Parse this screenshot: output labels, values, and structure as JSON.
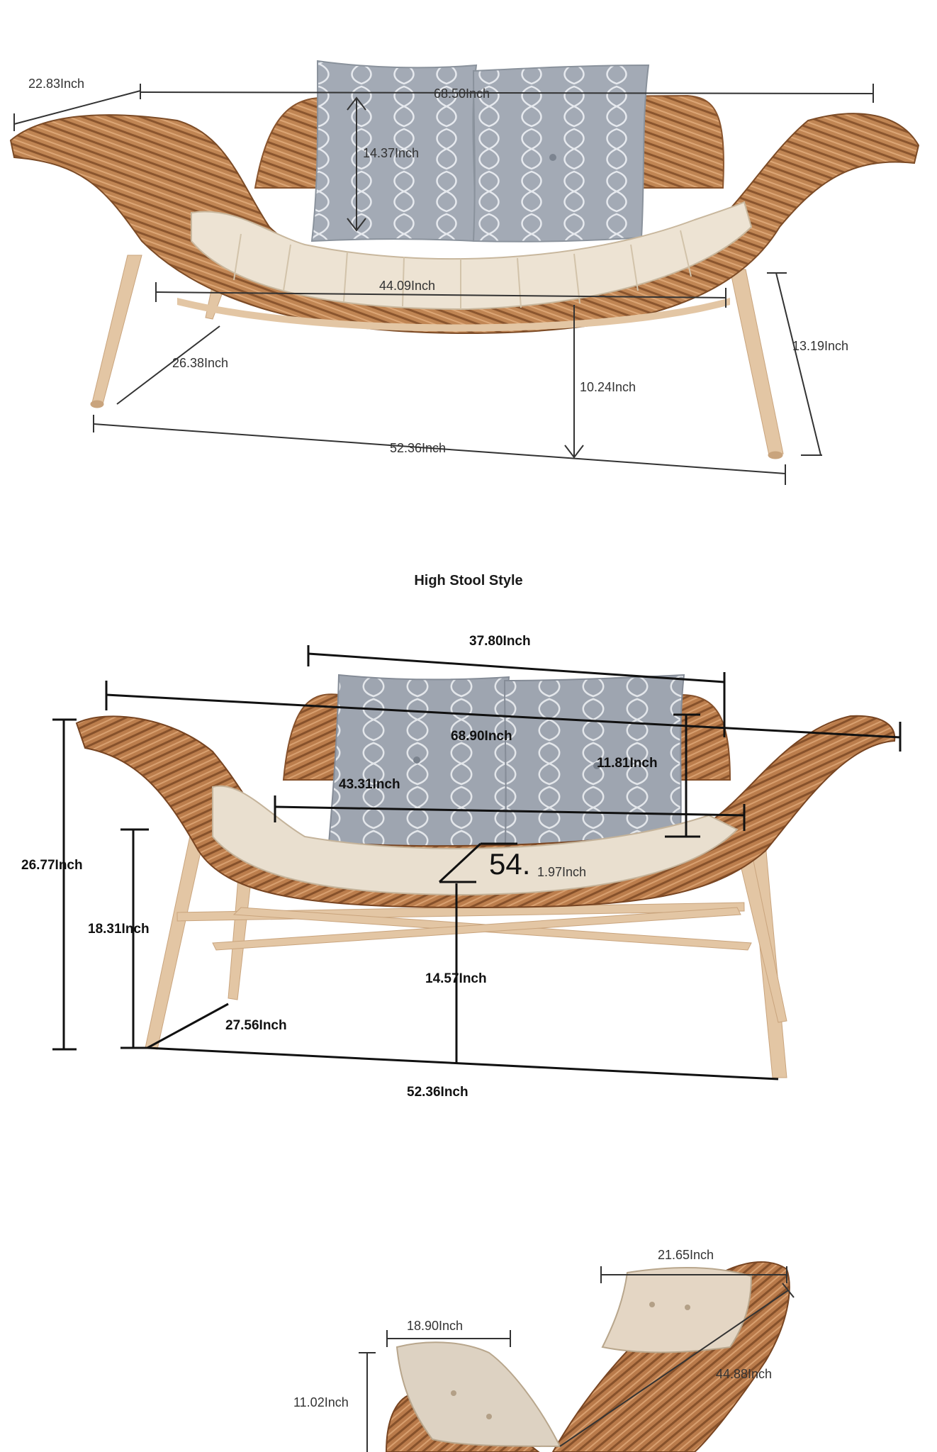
{
  "section_title": "High Stool Style",
  "colors": {
    "wicker": "#b97a4a",
    "wicker_dark": "#8a552e",
    "wood": "#e2c29e",
    "cushion": "#ece2d2",
    "pillow": "#9ea5b0",
    "dim_line_1": "#333333",
    "dim_line_2": "#111111"
  },
  "sofa_low": {
    "dims": {
      "depth_left": "22.83Inch",
      "total_width": "68.50Inch",
      "pillow_height": "14.37Inch",
      "seat_width": "44.09Inch",
      "leg_depth": "26.38Inch",
      "seat_height": "10.24Inch",
      "arm_height": "13.19Inch",
      "base_width": "52.36Inch"
    }
  },
  "sofa_high": {
    "dims": {
      "back_width": "37.80Inch",
      "total_width": "68.90Inch",
      "pillow_height": "11.81Inch",
      "seat_width": "43.31Inch",
      "seat_overlay": "54.",
      "cushion_thickness": "1.97Inch",
      "total_height": "26.77Inch",
      "arm_height": "18.31Inch",
      "seat_height": "14.57Inch",
      "leg_depth": "27.56Inch",
      "base_width": "52.36Inch"
    }
  },
  "chair": {
    "dims": {
      "headrest_width": "21.65Inch",
      "seat_pillow_width": "18.90Inch",
      "seat_pillow_height": "11.02Inch",
      "back_length": "44.88Inch"
    }
  }
}
